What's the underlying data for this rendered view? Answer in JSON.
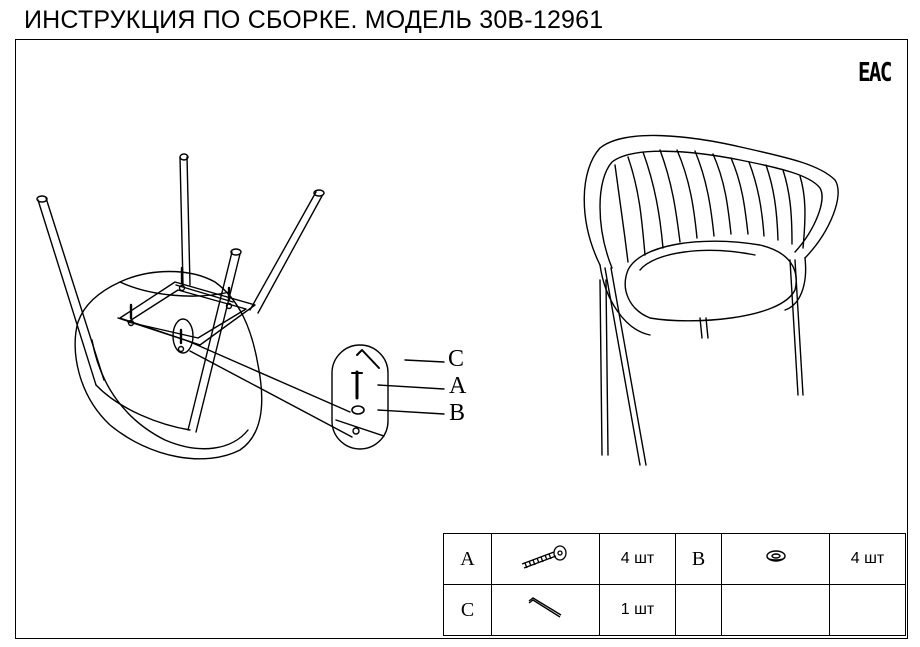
{
  "header": {
    "title": "ИНСТРУКЦИЯ ПО СБОРКЕ. МОДЕЛЬ 30B-12961"
  },
  "certification_mark": "EAC",
  "callouts": [
    {
      "letter": "C"
    },
    {
      "letter": "A"
    },
    {
      "letter": "B"
    }
  ],
  "parts_table": {
    "row1": {
      "a_letter": "A",
      "a_icon": "bolt-icon",
      "a_qty": "4 шт",
      "b_letter": "B",
      "b_icon": "washer-icon",
      "b_qty": "4 шт"
    },
    "row2": {
      "c_letter": "C",
      "c_icon": "allen-key-icon",
      "c_qty": "1 шт"
    }
  }
}
